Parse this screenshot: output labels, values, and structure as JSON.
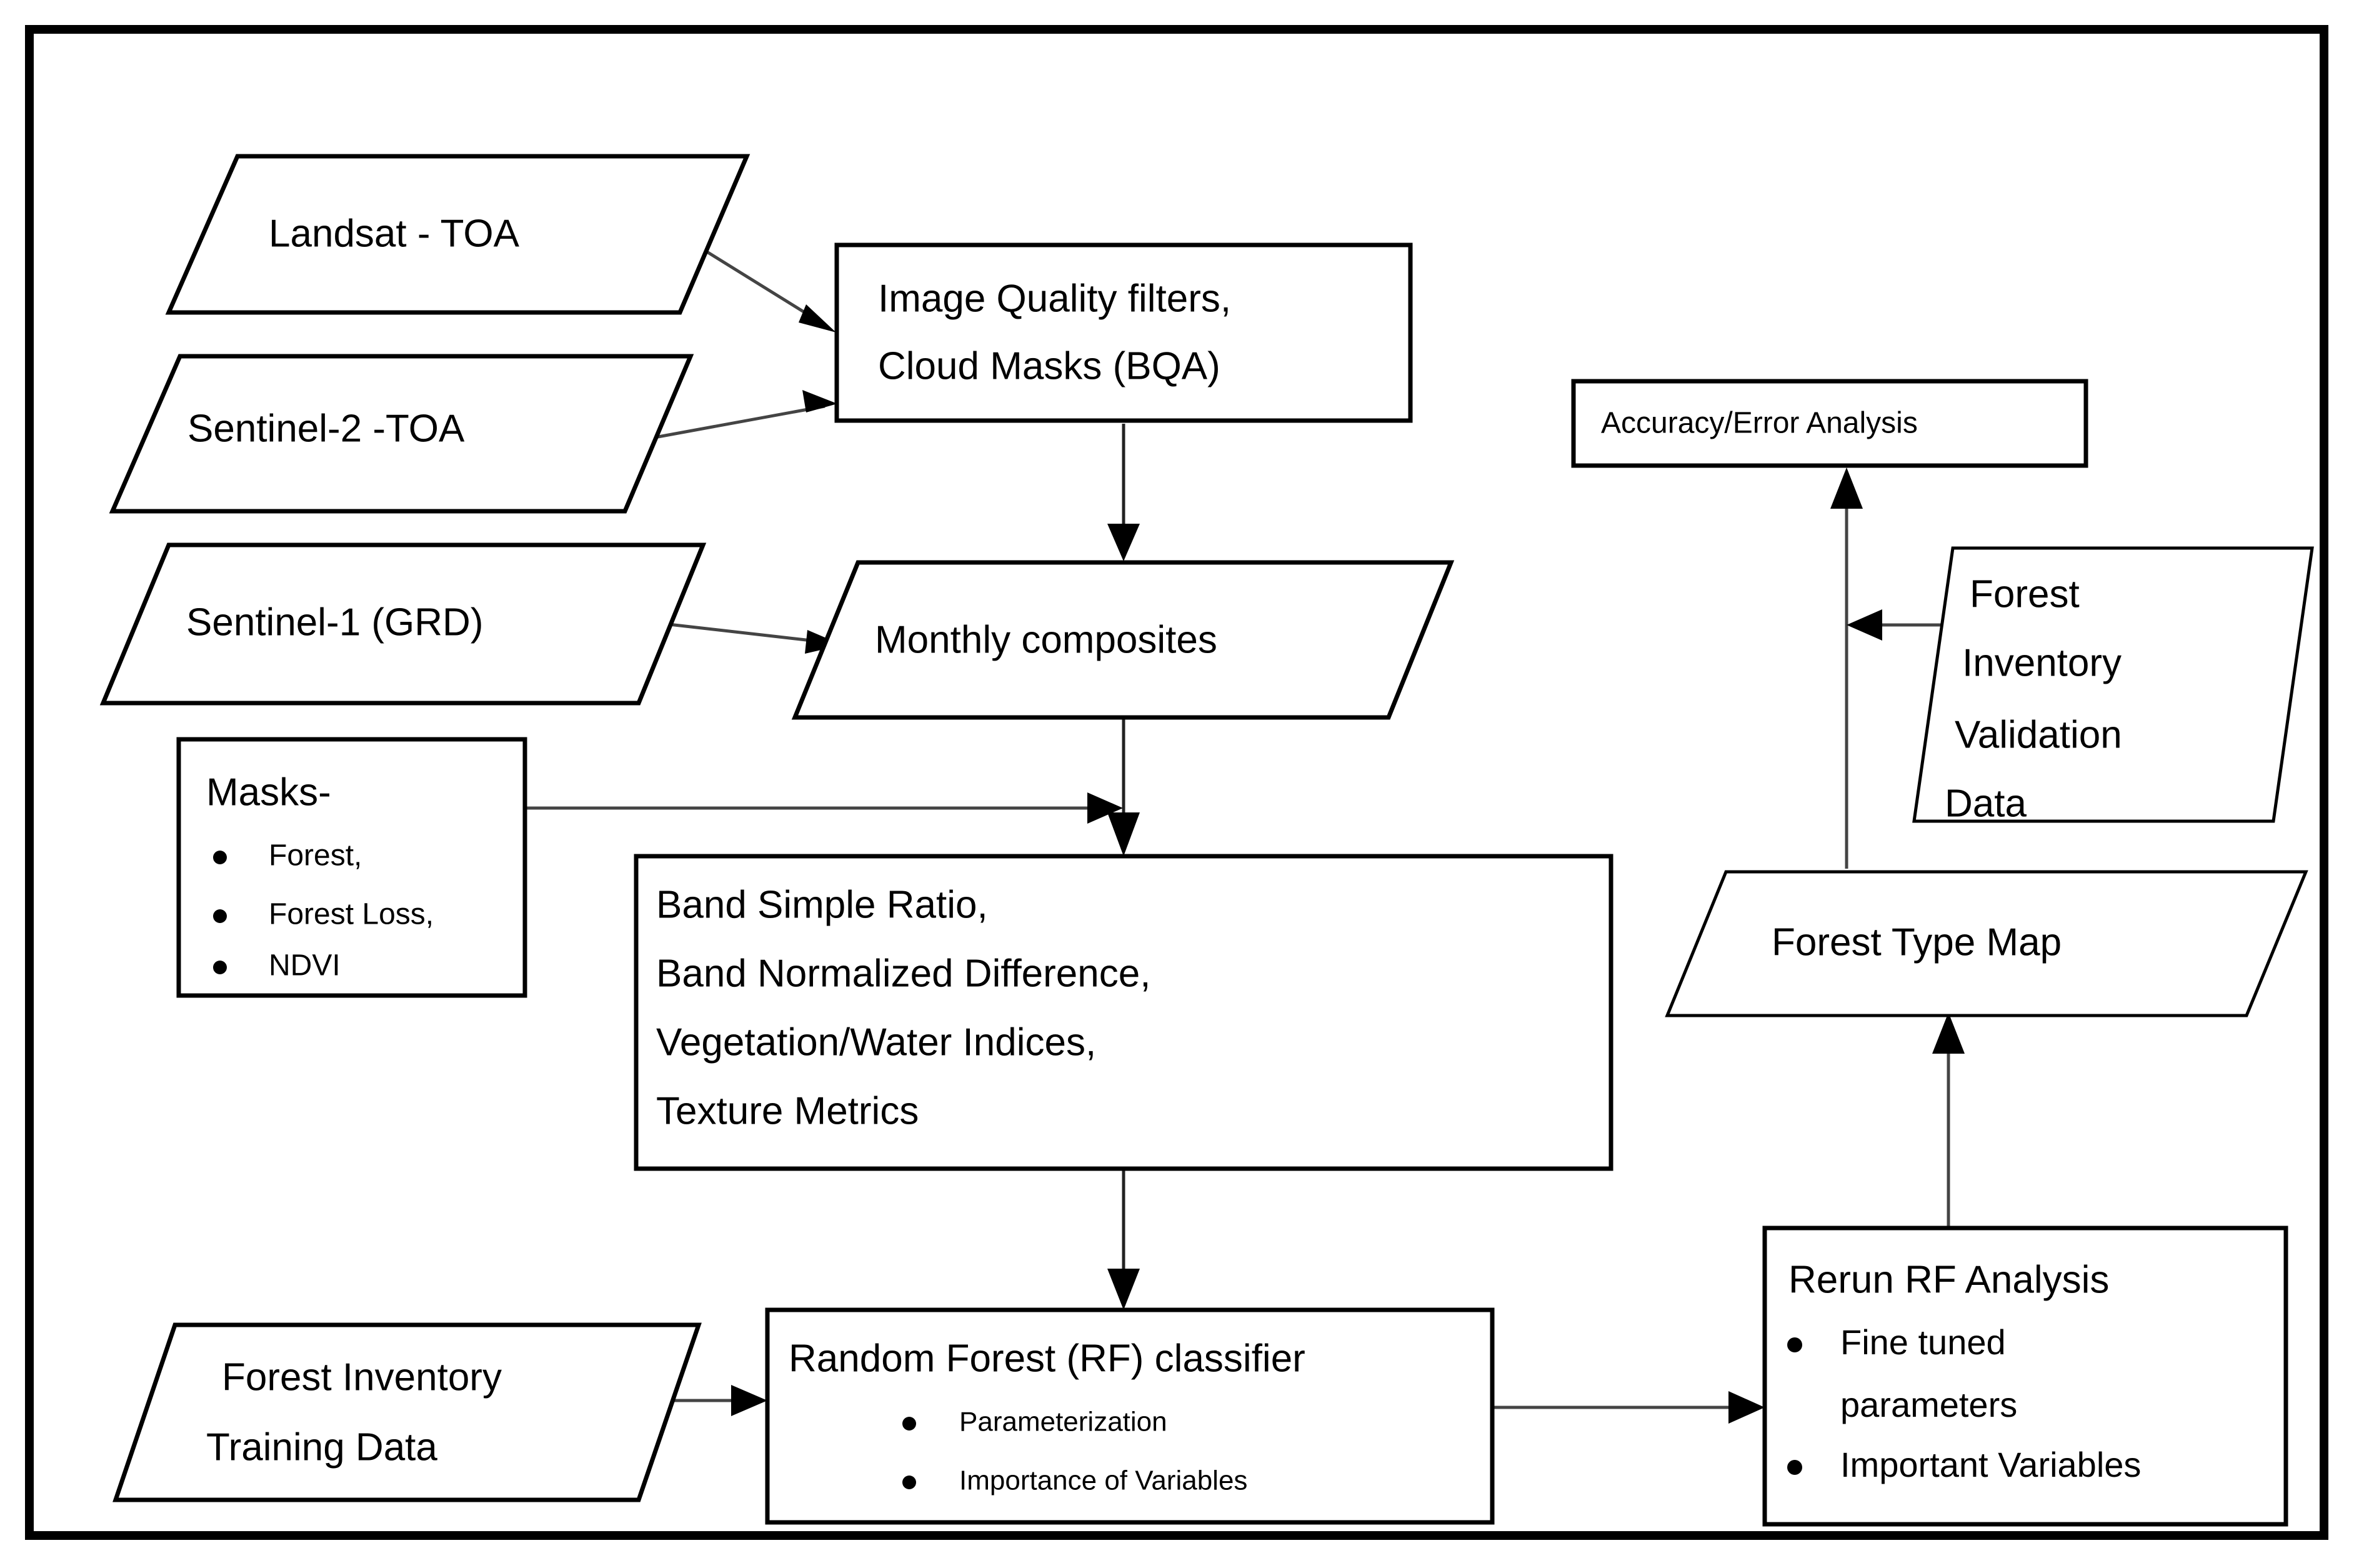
{
  "diagram": {
    "title": "Forest type mapping remote sensing workflow",
    "colors": {
      "stroke": "#000000",
      "fill": "#ffffff",
      "connector": "#444444"
    },
    "nodes": {
      "landsat_toa": {
        "label": "Landsat - TOA",
        "shape": "parallelogram"
      },
      "sentinel2_toa": {
        "label": "Sentinel-2 -TOA",
        "shape": "parallelogram"
      },
      "image_quality": {
        "shape": "rectangle",
        "line1": "Image Quality filters,",
        "line2": "Cloud Masks (BQA)"
      },
      "sentinel1_grd": {
        "label": "Sentinel-1 (GRD)",
        "shape": "parallelogram"
      },
      "monthly_composites": {
        "label": "Monthly composites",
        "shape": "parallelogram"
      },
      "masks": {
        "shape": "rectangle",
        "heading": "Masks-",
        "bullets": [
          "Forest,",
          "Forest Loss,",
          "NDVI"
        ]
      },
      "band_metrics": {
        "shape": "rectangle",
        "lines": [
          "Band Simple Ratio,",
          "Band Normalized Difference,",
          "Vegetation/Water Indices,",
          "Texture Metrics"
        ]
      },
      "training_data": {
        "shape": "parallelogram",
        "line1": "Forest Inventory",
        "line2": "Training Data"
      },
      "rf_classifier": {
        "shape": "rectangle",
        "heading": "Random Forest (RF) classifier",
        "bullets": [
          "Parameterization",
          "Importance of Variables"
        ]
      },
      "rerun_rf": {
        "shape": "rectangle",
        "heading": "Rerun RF Analysis",
        "bullets_line1": "Fine tuned",
        "bullets_line2": "parameters",
        "bullet2": "Important Variables"
      },
      "forest_type_map": {
        "label": "Forest Type Map",
        "shape": "parallelogram"
      },
      "validation_data": {
        "shape": "parallelogram",
        "lines": [
          "Forest",
          "Inventory",
          "Validation",
          "Data"
        ]
      },
      "accuracy_analysis": {
        "label": "Accuracy/Error  Analysis",
        "shape": "rectangle"
      }
    },
    "edges": [
      {
        "from": "landsat_toa",
        "to": "image_quality"
      },
      {
        "from": "sentinel2_toa",
        "to": "image_quality"
      },
      {
        "from": "image_quality",
        "to": "monthly_composites"
      },
      {
        "from": "sentinel1_grd",
        "to": "monthly_composites"
      },
      {
        "from": "monthly_composites",
        "to": "band_metrics"
      },
      {
        "from": "masks",
        "to": "band_metrics"
      },
      {
        "from": "band_metrics",
        "to": "rf_classifier"
      },
      {
        "from": "training_data",
        "to": "rf_classifier"
      },
      {
        "from": "rf_classifier",
        "to": "rerun_rf"
      },
      {
        "from": "rerun_rf",
        "to": "forest_type_map"
      },
      {
        "from": "forest_type_map",
        "to": "accuracy_analysis"
      },
      {
        "from": "validation_data",
        "to": "accuracy_analysis"
      }
    ]
  }
}
